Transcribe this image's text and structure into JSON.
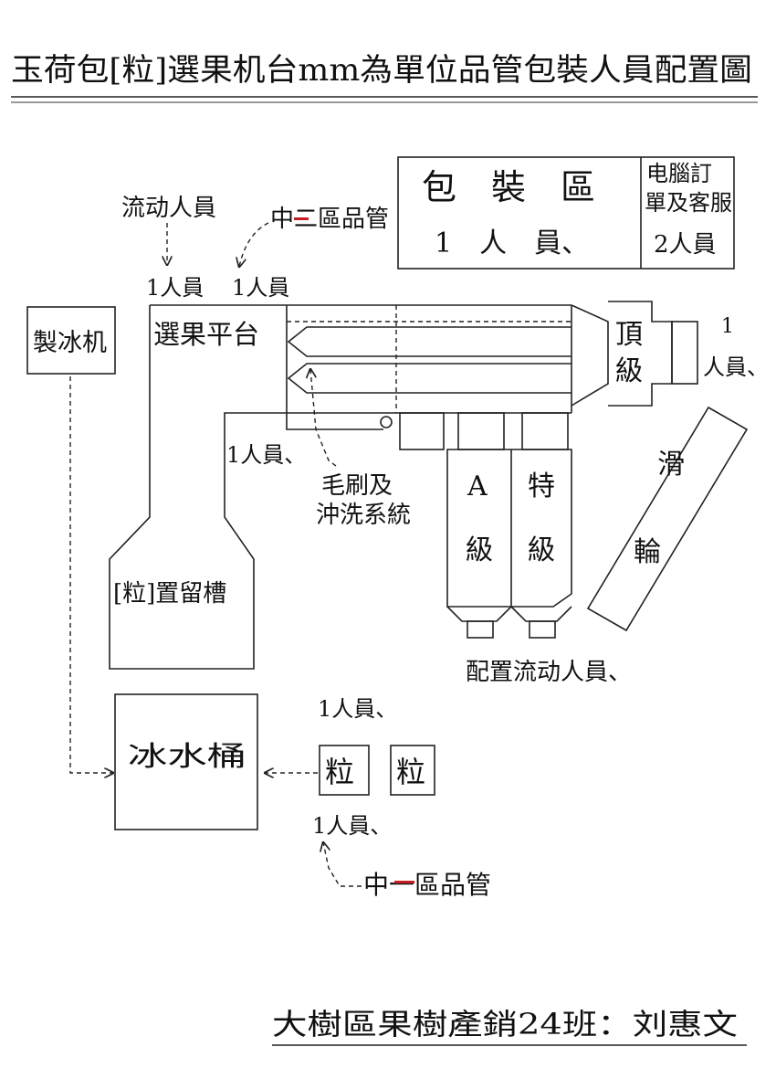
{
  "title": {
    "text": "玉荷包[粒]選果机台mm為單位品管包裝人員配置圖"
  },
  "packing_area": {
    "title": "包　裝　區",
    "staff": "1　人　員、",
    "side_title_1": "电腦訂",
    "side_title_2": "單及客服",
    "side_staff": "2人員"
  },
  "labels": {
    "mobile_staff": "流动人員",
    "mid_qc": "中二區品管",
    "staff_1a": "1人員",
    "staff_1b": "1人員",
    "ice_machine": "製冰机",
    "sorting_platform": "選果平台",
    "staff_left": "1人員、",
    "brush_system_1": "毛刷及",
    "brush_system_2": "沖洗系統",
    "grade_top_1": "頂",
    "grade_top_2": "級",
    "right_staff_1": "1",
    "right_staff_2": "人員、",
    "grade_a_1": "A",
    "grade_a_2": "級",
    "grade_special_1": "特",
    "grade_special_2": "級",
    "slide_wheel_1": "滑",
    "slide_wheel_2": "輪",
    "holding_tank": "[粒]置留槽",
    "mobile_config": "配置流动人員、",
    "ice_bucket": "冰水桶",
    "staff_top": "1人員、",
    "fruit_1": "粒",
    "fruit_2": "粒",
    "staff_bottom": "1人員、",
    "lower_qc": "中一區品管",
    "footer": "大樹區果樹產銷24班：刘惠文"
  },
  "colors": {
    "ink": "#111111",
    "accent": "#c41e24"
  }
}
